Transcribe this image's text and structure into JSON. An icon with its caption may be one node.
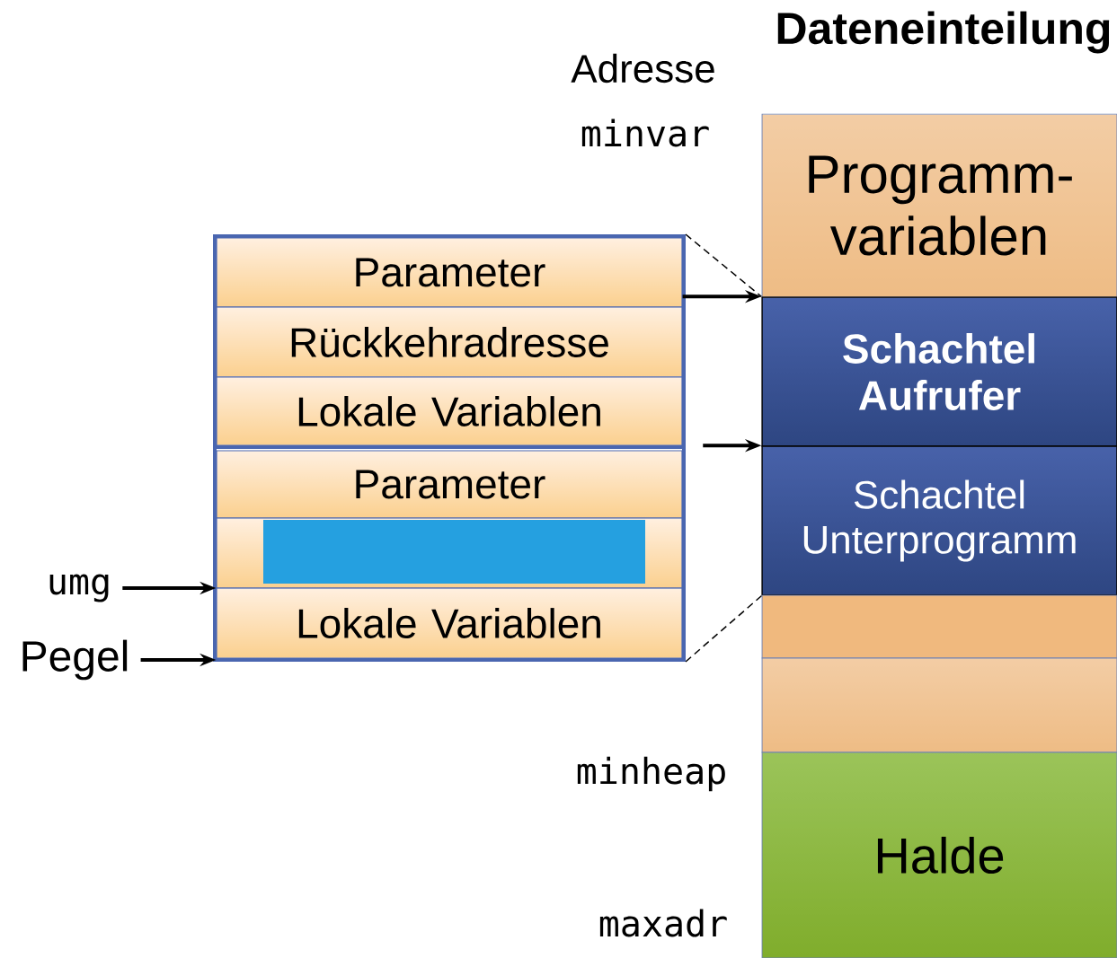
{
  "diagram": {
    "title": "Dateneinteilung",
    "nodes": [
      {
        "text": [],
        "shape": "box"
      },
      {
        "text": [
          "Parameter"
        ],
        "in": 0
      },
      {
        "text": [
          "Rückkehradresse"
        ],
        "in": 0
      },
      {
        "text": [
          "Lokale Variablen"
        ],
        "in": 0
      },
      {
        "text": [],
        "shape": "box"
      },
      {
        "text": [
          "Parameter"
        ],
        "in": 4
      },
      {
        "text": [],
        "shape": "box",
        "in": 4
      },
      {
        "text": [
          "Lokale Variablen"
        ],
        "in": 4
      },
      {
        "text": [
          "Programm- variablen"
        ]
      },
      {
        "text": [
          "Schachtel Aufrufer"
        ]
      },
      {
        "text": [
          "Schachtel Unterprogramm"
        ]
      },
      {
        "text": [],
        "shape": "box"
      },
      {
        "text": [],
        "shape": "box"
      },
      {
        "text": [
          "Halde"
        ]
      },
      {
        "text": [
          "umg"
        ]
      },
      {
        "text": [
          "Pegel"
        ]
      }
    ],
    "edges": [
      {
        "from": 1,
        "to": 9,
        "arrow": "to"
      },
      {
        "from": null,
        "to": 10,
        "arrow": "to"
      },
      {
        "from": 0,
        "to": 9,
        "arrow": "none",
        "style": "dashed"
      },
      {
        "from": 4,
        "to": 10,
        "arrow": "none",
        "style": "dashed"
      },
      {
        "from": 14,
        "to": 7,
        "arrow": "to"
      },
      {
        "from": 15,
        "to": 7,
        "arrow": "to"
      }
    ],
    "labels": [
      "Adresse",
      "minvar",
      "minheap",
      "maxadr"
    ]
  }
}
